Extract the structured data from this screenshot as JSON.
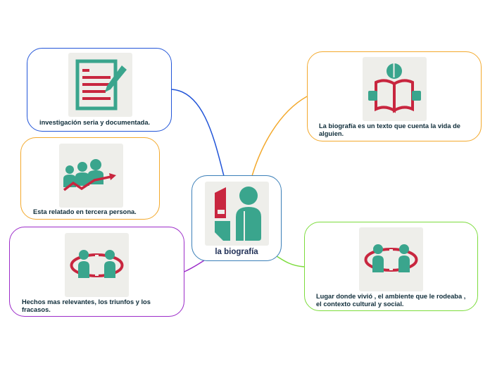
{
  "center": {
    "label": "la biografía",
    "icon": "biography-reader-icon"
  },
  "nodes": {
    "investigation": {
      "text": "investigación seria y documentada.",
      "icon": "document-pen-icon",
      "color": "#2255d8"
    },
    "third_person": {
      "text": "Esta relatado  en tercera persona.",
      "icon": "team-growth-chart-icon",
      "color": "#f3a92c"
    },
    "events": {
      "text": "Hechos mas relevantes, los triunfos y los fracasos.",
      "icon": "people-circle-icon",
      "color": "#9c2cc9"
    },
    "definition": {
      "text": "La biografía es un texto que cuenta la vida de alguien.",
      "icon": "reading-book-icon",
      "color": "#f3a92c"
    },
    "context": {
      "text": "Lugar donde vivió , el ambiente que le rodeaba , el contexto cultural y social.",
      "icon": "people-circle-icon",
      "color": "#7cdc3c"
    }
  },
  "colors": {
    "teal": "#3aa58d",
    "red": "#c8263f",
    "center_border": "#3b7fb8"
  }
}
